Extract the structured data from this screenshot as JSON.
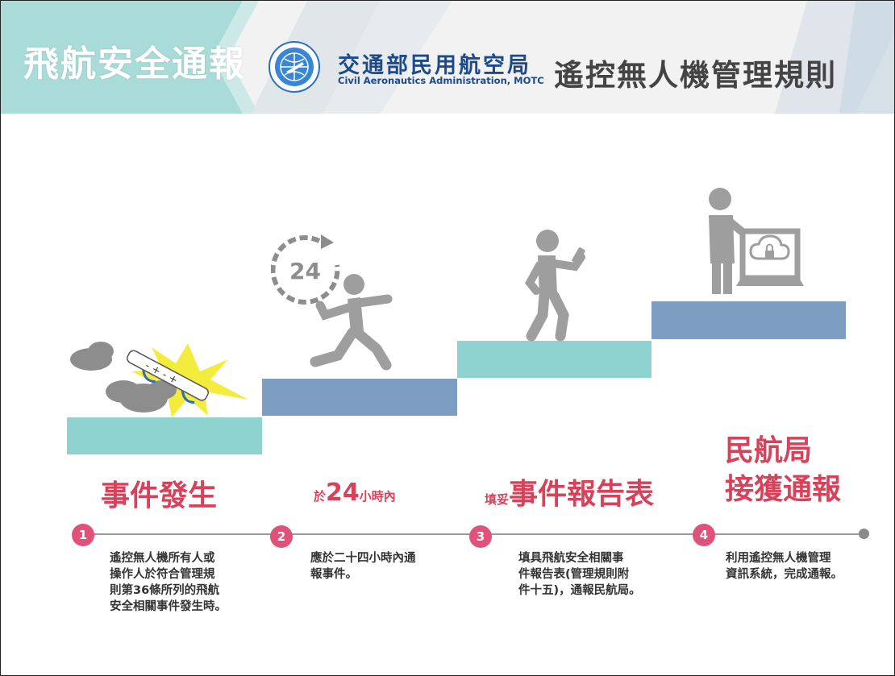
{
  "header": {
    "brand": "飛航安全通報",
    "org_name_cn": "交通部民用航空局",
    "org_name_en": "Civil Aeronautics Administration, MOTC",
    "title": "遙控無人機管理規則"
  },
  "icons": [
    "caa-logo-icon",
    "drone-crash-icon",
    "clock-24-icon",
    "running-person-icon",
    "walking-phone-person-icon",
    "laptop-cloud-user-icon"
  ],
  "colors": {
    "accent": "#d8415a",
    "step_teal": "#8fd3d1",
    "step_blue": "#7d9ec2",
    "number_badge": "#e1527a",
    "figure_gray": "#9e9e9e"
  },
  "clock_label": "24",
  "steps": [
    {
      "number": "1",
      "heading": "事件發生",
      "heading_prefix": "",
      "heading_suffix": "",
      "description": [
        "遙控無人機所有人或",
        "操作人於符合管理規",
        "則第36條所列的飛航",
        "安全相關事件發生時。"
      ]
    },
    {
      "number": "2",
      "heading": "24",
      "heading_prefix": "於",
      "heading_suffix": "小時內",
      "description": [
        "應於二十四小時內通",
        "報事件。"
      ]
    },
    {
      "number": "3",
      "heading": "事件報告表",
      "heading_prefix": "填妥",
      "heading_suffix": "",
      "description": [
        "填具飛航安全相關事",
        "件報告表(管理規則附",
        "件十五)，通報民航局。"
      ]
    },
    {
      "number": "4",
      "heading": [
        "民航局",
        "接獲通報"
      ],
      "heading_prefix": "",
      "heading_suffix": "",
      "description": [
        "利用遙控無人機管理",
        "資訊系統，完成通報。"
      ]
    }
  ]
}
